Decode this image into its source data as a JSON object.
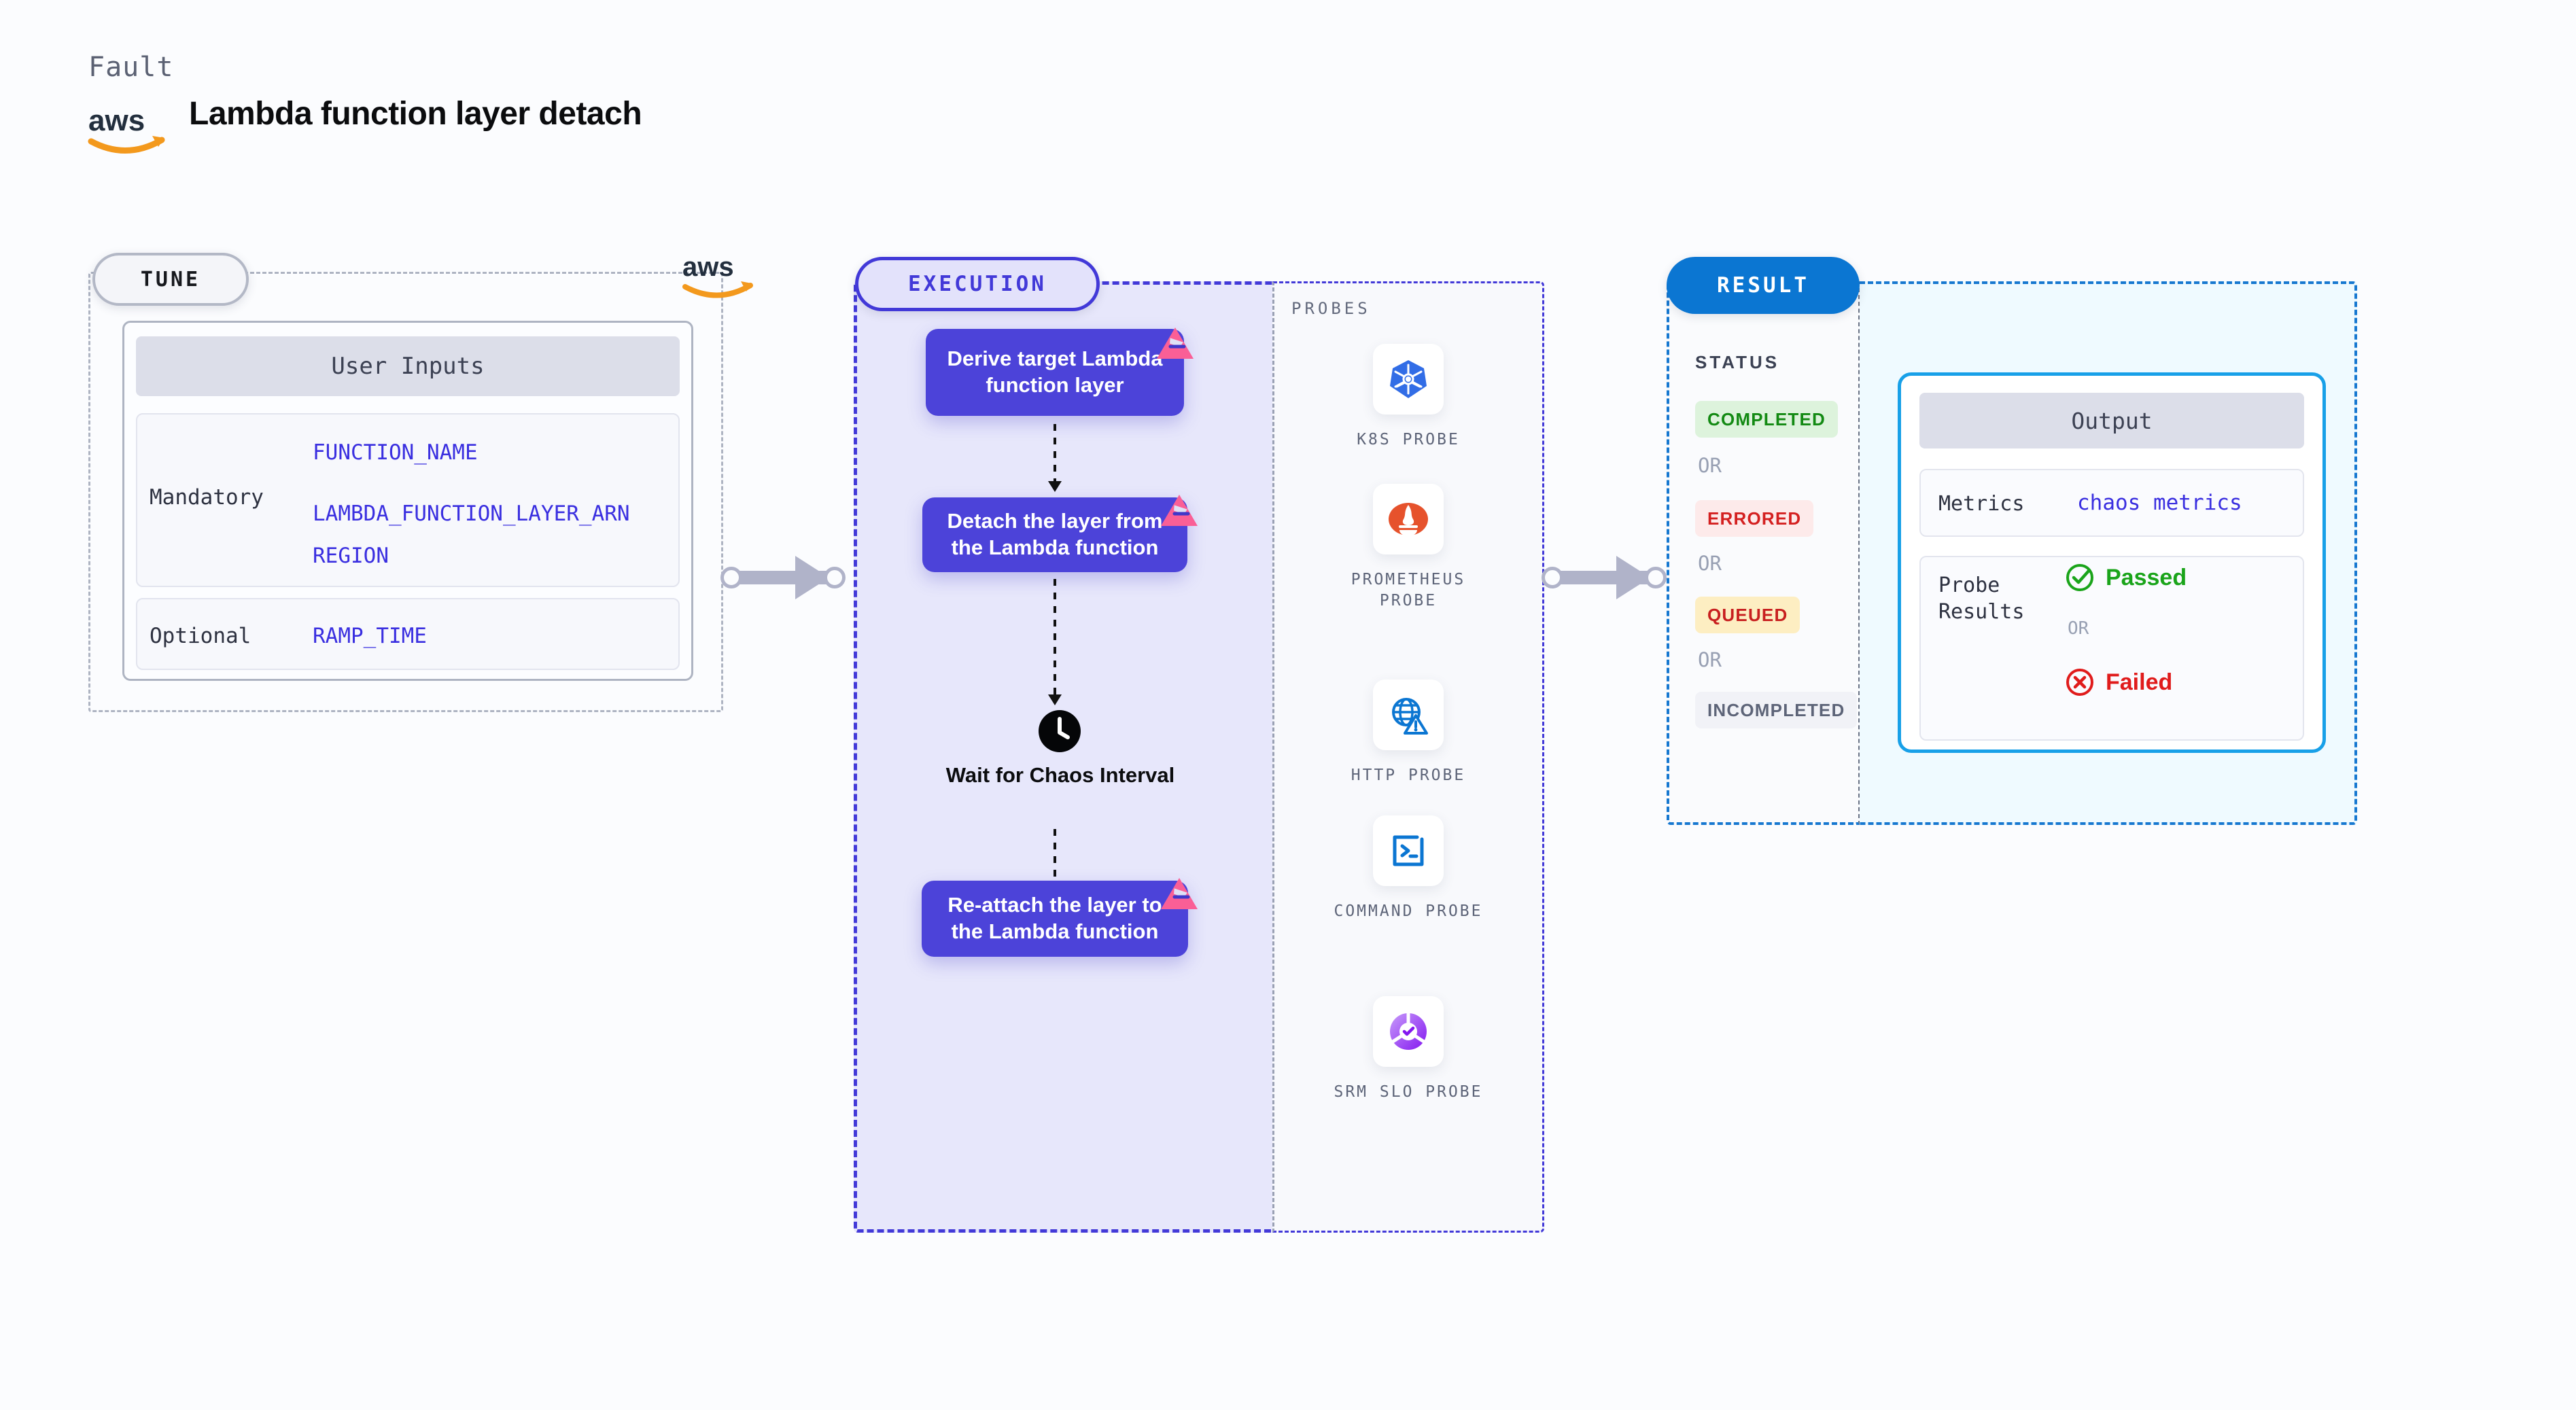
{
  "header": {
    "eyebrow": "Fault",
    "title": "Lambda function layer detach",
    "logo_icon": "aws-logo-icon"
  },
  "tune": {
    "badge": "TUNE",
    "provider_logo_icon": "aws-logo-icon",
    "card_title": "User Inputs",
    "groups": [
      {
        "label": "Mandatory",
        "vars": [
          "FUNCTION_NAME",
          "LAMBDA_FUNCTION_LAYER_ARN",
          "REGION"
        ]
      },
      {
        "label": "Optional",
        "vars": [
          "RAMP_TIME"
        ]
      }
    ]
  },
  "execution": {
    "badge": "EXECUTION",
    "steps": [
      {
        "text": "Derive target Lambda function layer",
        "badge_icon": "litmus-chaos-icon"
      },
      {
        "text": "Detach the layer from the Lambda function",
        "badge_icon": "litmus-chaos-icon"
      },
      {
        "text": "Re-attach the layer to the Lambda function",
        "badge_icon": "litmus-chaos-icon"
      }
    ],
    "wait": {
      "icon": "clock-icon",
      "text": "Wait for Chaos Interval"
    }
  },
  "probes": {
    "title": "PROBES",
    "items": [
      {
        "label": "K8S PROBE",
        "icon": "kubernetes-icon"
      },
      {
        "label": "PROMETHEUS PROBE",
        "icon": "prometheus-icon"
      },
      {
        "label": "HTTP PROBE",
        "icon": "http-globe-warning-icon"
      },
      {
        "label": "COMMAND PROBE",
        "icon": "terminal-icon"
      },
      {
        "label": "SRM SLO PROBE",
        "icon": "srm-slo-icon"
      }
    ]
  },
  "result": {
    "badge": "RESULT",
    "status_title": "STATUS",
    "or_text": "OR",
    "statuses": [
      {
        "label": "COMPLETED",
        "bg": "#ddf3dc",
        "fg": "#138a13"
      },
      {
        "label": "ERRORED",
        "bg": "#fdeaea",
        "fg": "#d42020"
      },
      {
        "label": "QUEUED",
        "bg": "#fdeec2",
        "fg": "#c81f1f"
      },
      {
        "label": "INCOMPLETED",
        "bg": "#f1f2f7",
        "fg": "#5d6478"
      }
    ],
    "output": {
      "title": "Output",
      "metrics_label": "Metrics",
      "metrics_value": "chaos metrics",
      "probe_results_label": "Probe Results",
      "or_text": "OR",
      "passed": {
        "label": "Passed",
        "icon": "check-circle-icon",
        "color": "#1aa41a"
      },
      "failed": {
        "label": "Failed",
        "icon": "x-circle-icon",
        "color": "#e01b1b"
      }
    }
  },
  "colors": {
    "execution_fill": "#e7e7fb",
    "execution_border": "#4239d8",
    "step_fill": "#4c43d9",
    "result_badge": "#0b76d2",
    "output_border": "#18a0e8",
    "output_fill": "#effaff",
    "variable_text": "#3a2fe0",
    "connector": "#b0b3c9",
    "aws_orange": "#f3991d"
  }
}
